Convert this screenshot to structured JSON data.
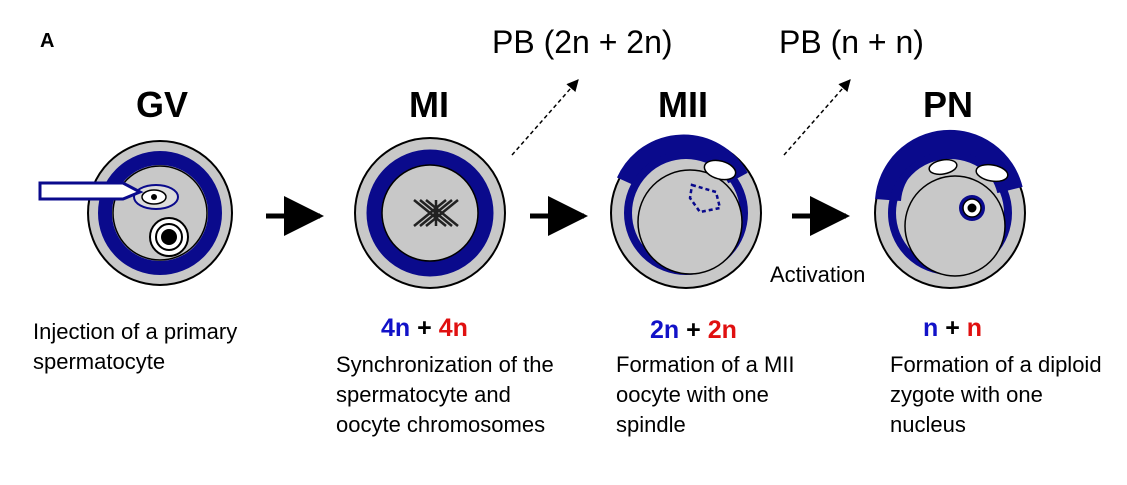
{
  "panel_letter": "A",
  "stages": [
    {
      "label": "GV",
      "caption": "Injection of a primary spermatocyte",
      "ploidy": null
    },
    {
      "label": "MI",
      "caption": "Synchronization of the spermatocyte and oocyte chromosomes",
      "ploidy": {
        "left": "4n",
        "plus": "+",
        "right": "4n"
      }
    },
    {
      "label": "MII",
      "caption": "Formation of a MII oocyte with one spindle",
      "ploidy": {
        "left": "2n",
        "plus": "+",
        "right": "2n"
      }
    },
    {
      "label": "PN",
      "caption": "Formation of a diploid zygote with one nucleus",
      "ploidy": {
        "left": "n",
        "plus": "+",
        "right": "n"
      }
    }
  ],
  "polar_bodies": [
    {
      "label": "PB (2n + 2n)"
    },
    {
      "label": "PB (n + n)"
    }
  ],
  "activation_label": "Activation",
  "colors": {
    "cytoplasm": "#c8c8c8",
    "zona": "#0a0a8c",
    "outline": "#000000",
    "maternal": "#1212c8",
    "paternal": "#e01010"
  }
}
